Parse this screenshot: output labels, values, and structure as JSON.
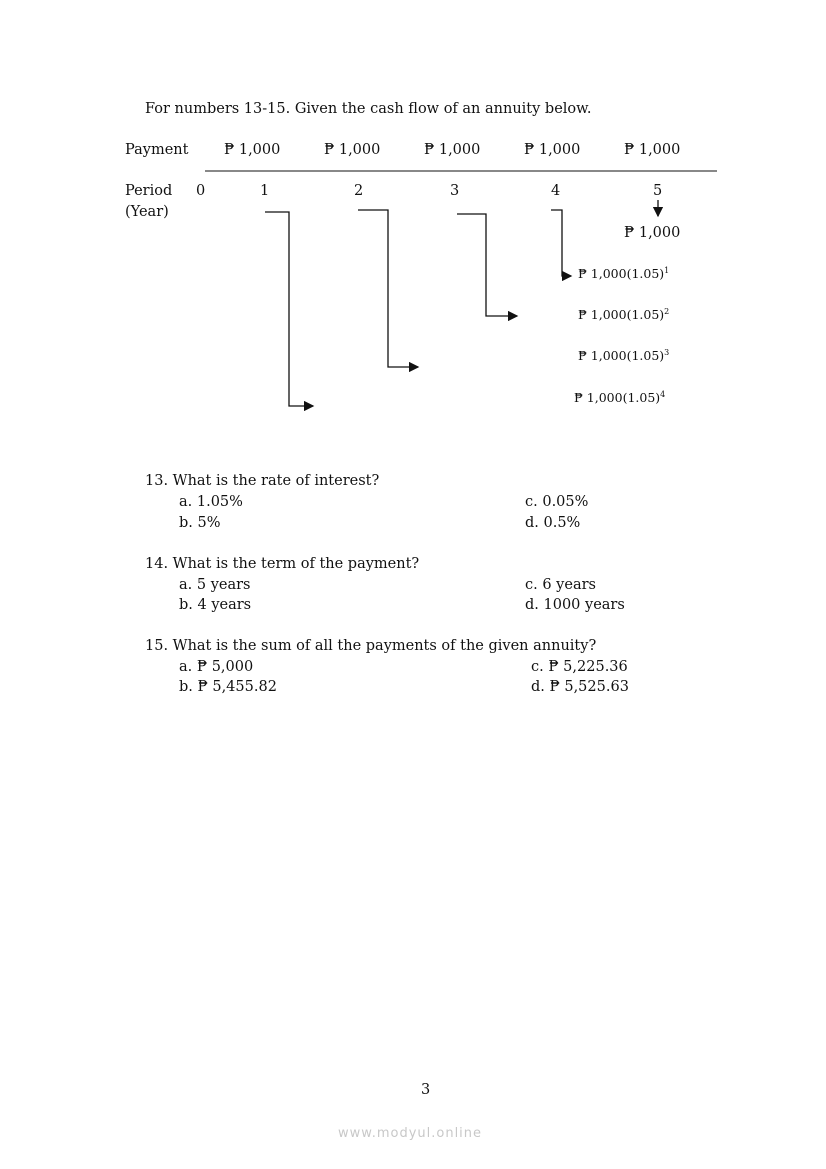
{
  "intro": "For numbers 13-15. Given the cash flow of an annuity below.",
  "diagram": {
    "payment_label": "Payment",
    "payments": [
      "₱ 1,000",
      "₱ 1,000",
      "₱ 1,000",
      "₱ 1,000",
      "₱ 1,000"
    ],
    "period_label": "Period",
    "period_unit": "(Year)",
    "periods": [
      "0",
      "1",
      "2",
      "3",
      "4",
      "5"
    ],
    "final_value": "₱ 1,000",
    "future_values": [
      {
        "base": "₱ 1,000(1.05)",
        "exp": "1"
      },
      {
        "base": "₱ 1,000(1.05)",
        "exp": "2"
      },
      {
        "base": "₱ 1,000(1.05)",
        "exp": "3"
      },
      {
        "base": "₱ 1,000(1.05)",
        "exp": "4"
      }
    ]
  },
  "questions": [
    {
      "q": "13. What is the rate of interest?",
      "a": "a. 1.05%",
      "b": "b. 5%",
      "c": "c. 0.05%",
      "d": "d. 0.5%"
    },
    {
      "q": "14. What is the term of the payment?",
      "a": "a.  5 years",
      "b": "b.  4 years",
      "c": "c.  6 years",
      "d": "d.  1000 years"
    },
    {
      "q": "15. What is the sum of all the payments of the given annuity?",
      "a": "a.  ₱ 5,000",
      "b": "b.  ₱ 5,455.82",
      "c": "c. ₱ 5,225.36",
      "d": "d. ₱ 5,525.63"
    }
  ],
  "page_number": "3",
  "watermark": "www.modyul.online"
}
